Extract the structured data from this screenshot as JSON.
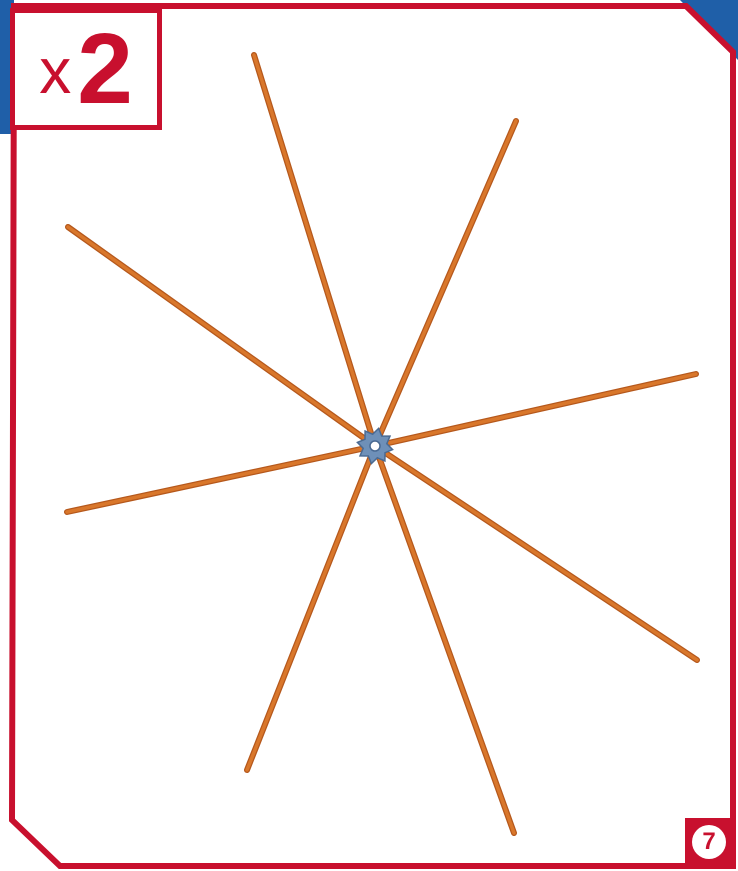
{
  "quantity": {
    "prefix": "x",
    "count": "2"
  },
  "step": {
    "number": "7"
  },
  "colors": {
    "frame_red": "#c8102e",
    "header_blue": "#1f5fa8",
    "rod_orange": "#d9772b",
    "rod_dark": "#b5581c",
    "connector_blue": "#6e90b8"
  },
  "parts": {
    "rod_count": 8,
    "connector": "hub-connector-icon"
  }
}
